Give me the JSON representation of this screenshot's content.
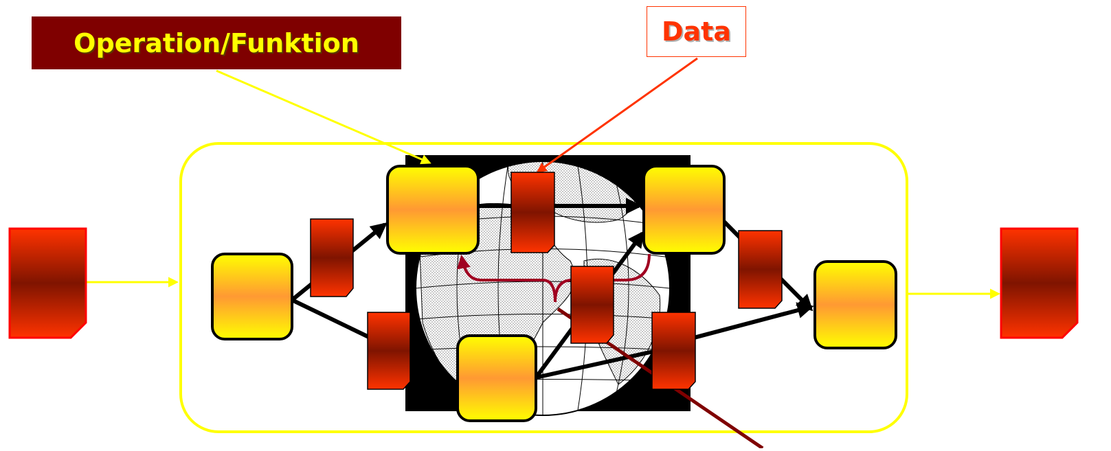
{
  "labels": {
    "operation": "Operation/Funktion",
    "data": "Data"
  },
  "icons": {
    "process": "process-box",
    "document": "data-document",
    "globe": "world-globe"
  },
  "colors": {
    "yellow": "#ffff00",
    "dark_red": "#7f0000",
    "red_orange": "#ff3300",
    "orange": "#ff9933",
    "maroon_link": "#a00020",
    "black": "#000000"
  }
}
